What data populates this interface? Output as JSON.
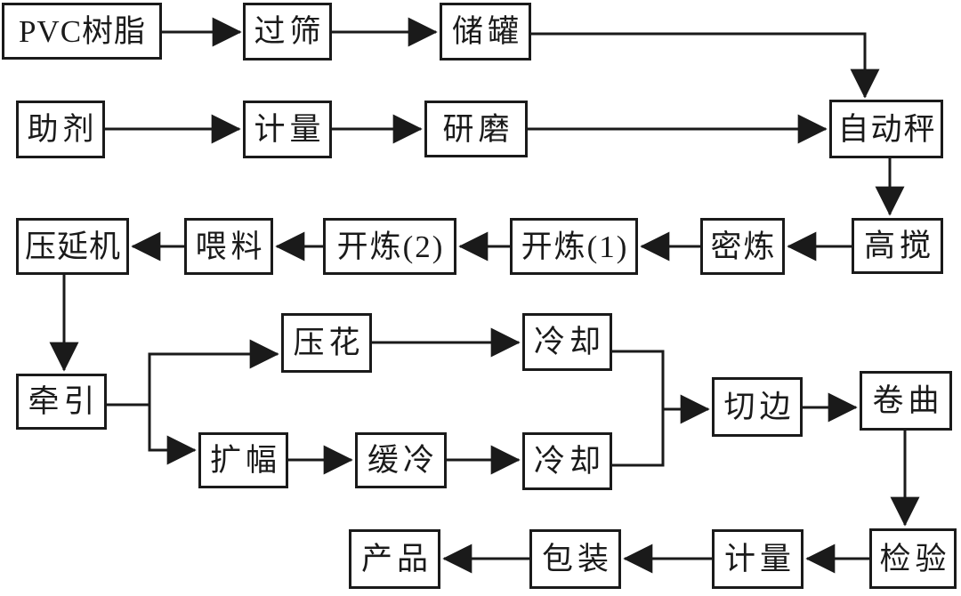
{
  "diagram": {
    "description": "PVC calendering production process flowchart",
    "colors": {
      "background": "#ffffff",
      "box_fill": "#ffffff",
      "line": "#1a1a1a",
      "text": "#1a1a1a"
    },
    "nodes": {
      "pvc_resin": {
        "label": "PVC树脂"
      },
      "sieving": {
        "label": "过筛"
      },
      "storage_tank": {
        "label": "储罐"
      },
      "additives": {
        "label": "助剂"
      },
      "metering_1": {
        "label": "计量"
      },
      "grinding": {
        "label": "研磨"
      },
      "auto_scale": {
        "label": "自动秤"
      },
      "high_speed_mixer": {
        "label": "高搅"
      },
      "internal_mixer": {
        "label": "密炼"
      },
      "open_mill_1": {
        "label": "开炼(1)"
      },
      "open_mill_2": {
        "label": "开炼(2)"
      },
      "feeding": {
        "label": "喂料"
      },
      "calender": {
        "label": "压延机"
      },
      "traction": {
        "label": "牵引"
      },
      "embossing": {
        "label": "压花"
      },
      "widening": {
        "label": "扩幅"
      },
      "slow_cooling": {
        "label": "缓冷"
      },
      "cooling_1": {
        "label": "冷却"
      },
      "cooling_2": {
        "label": "冷却"
      },
      "trimming": {
        "label": "切边"
      },
      "winding": {
        "label": "卷曲"
      },
      "inspection": {
        "label": "检验"
      },
      "metering_2": {
        "label": "计量"
      },
      "packaging": {
        "label": "包装"
      },
      "product": {
        "label": "产品"
      }
    },
    "edges": [
      {
        "from": "pvc_resin",
        "to": "sieving"
      },
      {
        "from": "sieving",
        "to": "storage_tank"
      },
      {
        "from": "storage_tank",
        "to": "auto_scale"
      },
      {
        "from": "additives",
        "to": "metering_1"
      },
      {
        "from": "metering_1",
        "to": "grinding"
      },
      {
        "from": "grinding",
        "to": "auto_scale"
      },
      {
        "from": "auto_scale",
        "to": "high_speed_mixer"
      },
      {
        "from": "high_speed_mixer",
        "to": "internal_mixer"
      },
      {
        "from": "internal_mixer",
        "to": "open_mill_1"
      },
      {
        "from": "open_mill_1",
        "to": "open_mill_2"
      },
      {
        "from": "open_mill_2",
        "to": "feeding"
      },
      {
        "from": "feeding",
        "to": "calender"
      },
      {
        "from": "calender",
        "to": "traction"
      },
      {
        "from": "traction",
        "to": "embossing"
      },
      {
        "from": "traction",
        "to": "widening"
      },
      {
        "from": "embossing",
        "to": "cooling_1"
      },
      {
        "from": "widening",
        "to": "slow_cooling"
      },
      {
        "from": "slow_cooling",
        "to": "cooling_2"
      },
      {
        "from": "cooling_1",
        "to": "trimming"
      },
      {
        "from": "cooling_2",
        "to": "trimming"
      },
      {
        "from": "trimming",
        "to": "winding"
      },
      {
        "from": "winding",
        "to": "inspection"
      },
      {
        "from": "inspection",
        "to": "metering_2"
      },
      {
        "from": "metering_2",
        "to": "packaging"
      },
      {
        "from": "packaging",
        "to": "product"
      }
    ]
  }
}
